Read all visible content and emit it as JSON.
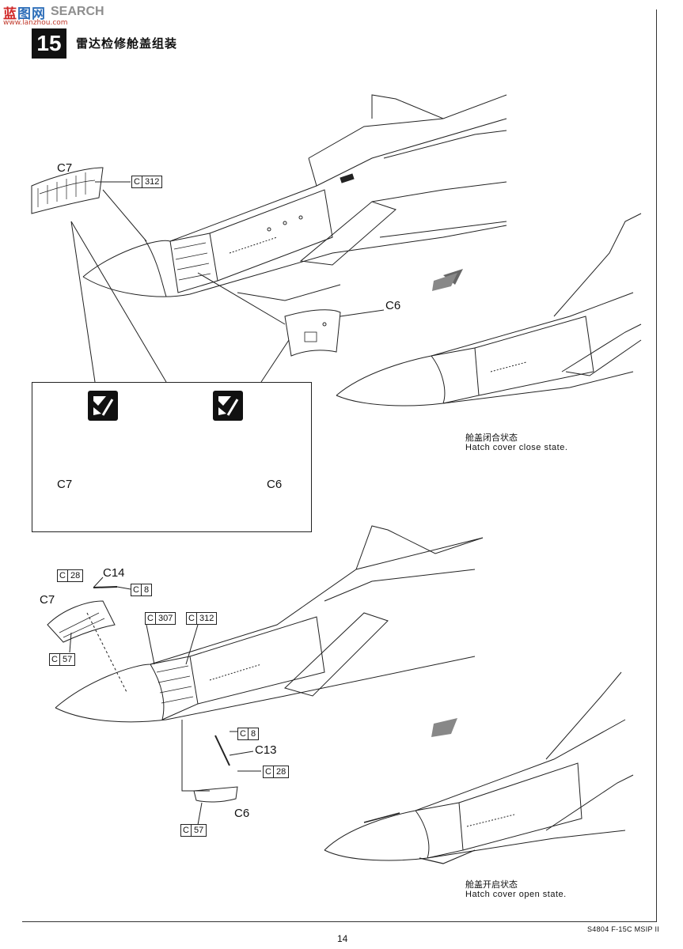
{
  "watermark": {
    "logo_a": "蓝",
    "logo_b": "图网",
    "search": "SEARCH",
    "url": "www.lanzhou.com"
  },
  "step": {
    "number": "15",
    "title": "雷达检修舱盖组装"
  },
  "parts": {
    "c7_top": "C7",
    "c6_top": "C6",
    "c7_inset": "C7",
    "c6_inset": "C6",
    "c7_bottom": "C7",
    "c14": "C14",
    "c13": "C13",
    "c6_bottom": "C6"
  },
  "part_refs": {
    "top_312": {
      "letter": "C",
      "num": "312"
    },
    "b_28_a": {
      "letter": "C",
      "num": "28"
    },
    "b_8_a": {
      "letter": "C",
      "num": "8"
    },
    "b_307": {
      "letter": "C",
      "num": "307"
    },
    "b_312": {
      "letter": "C",
      "num": "312"
    },
    "b_57_a": {
      "letter": "C",
      "num": "57"
    },
    "b_8_b": {
      "letter": "C",
      "num": "8"
    },
    "b_28_b": {
      "letter": "C",
      "num": "28"
    },
    "b_57_b": {
      "letter": "C",
      "num": "57"
    }
  },
  "captions": {
    "close_zh": "舱盖闭合状态",
    "close_en": "Hatch cover close state.",
    "open_zh": "舱盖开启状态",
    "open_en": "Hatch cover open state."
  },
  "footer": {
    "page": "14",
    "model": "S4804 F-15C MSIP  II"
  }
}
